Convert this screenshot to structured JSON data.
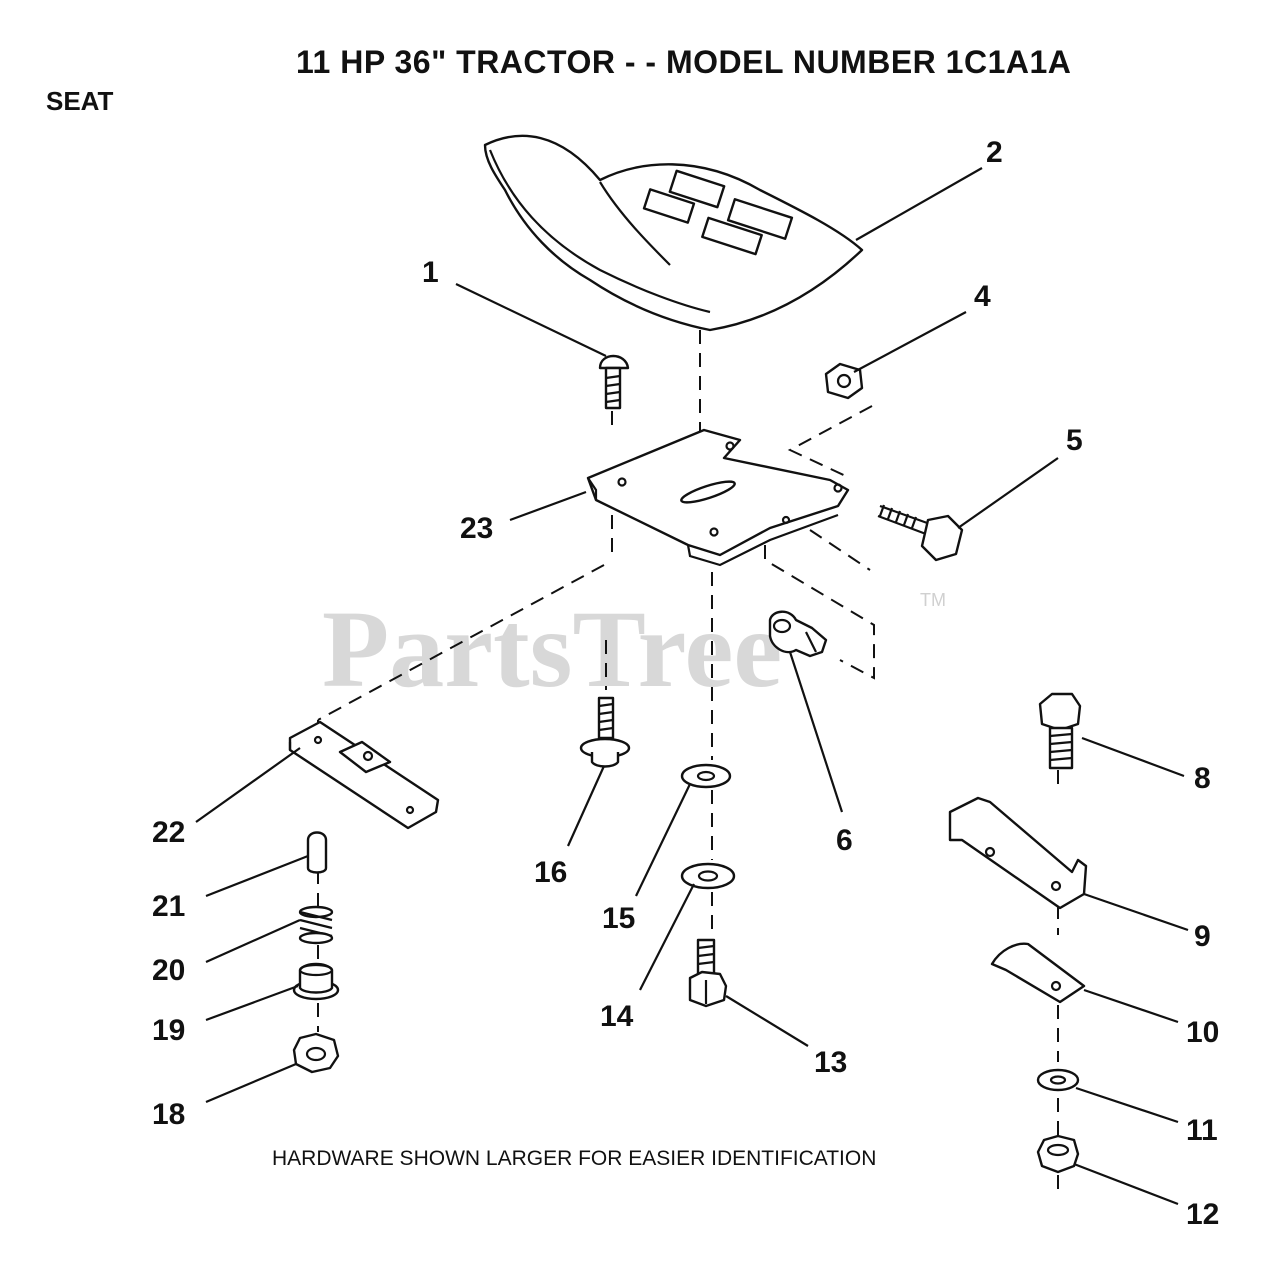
{
  "header": {
    "title": "11 HP 36\" TRACTOR - - MODEL NUMBER 1C1A1A",
    "section": "SEAT"
  },
  "watermark": {
    "text": "PartsTree",
    "trademark": "TM"
  },
  "footer": {
    "note": "HARDWARE SHOWN LARGER FOR EASIER IDENTIFICATION"
  },
  "callouts": [
    "1",
    "2",
    "4",
    "5",
    "6",
    "8",
    "9",
    "10",
    "11",
    "12",
    "13",
    "14",
    "15",
    "16",
    "18",
    "19",
    "20",
    "21",
    "22",
    "23"
  ]
}
